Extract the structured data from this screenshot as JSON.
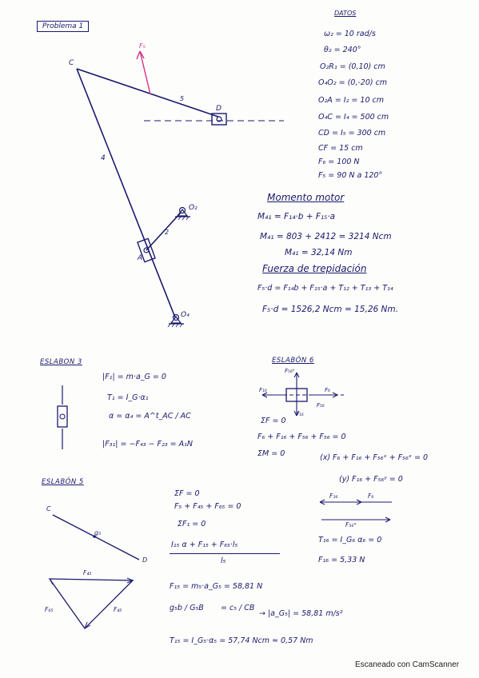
{
  "header": {
    "title": "Problema 1"
  },
  "datos": {
    "title": "DATOS",
    "items": [
      "ω₂ = 10 rad/s",
      "θ₂ = 240°",
      "O₂R₁ = (0,10) cm",
      "O₄O₂ = (0,-20) cm",
      "O₂A = I₂ = 10 cm",
      "O₄C = I₄ = 500 cm",
      "CD = I₅ = 300 cm",
      "CF = 15 cm",
      "F₆ = 100 N",
      "F₅ = 90 N a 120°"
    ]
  },
  "diagram_labels": {
    "c": "C",
    "d": "D",
    "a": "A",
    "f": "F₅",
    "link4": "4",
    "link5": "5",
    "link2": "2",
    "o2": "O₂",
    "o4": "O₄"
  },
  "momento": {
    "title": "Momento motor",
    "line1": "M₄₁ = F₁₄·b + F₁₅·a",
    "line2": "M₄₁ = 803 + 2412 = 3214 Ncm",
    "line3": "M₄₁ = 32,14 Nm"
  },
  "fuerza": {
    "title": "Fuerza de trepidación",
    "line1": "F₅·d = F₁₄b + F₁₅·a + T₁₂ + T₁₃ + T₁₄",
    "line2": "F₅·d = 1526,2 Ncm = 15,26 Nm."
  },
  "eslabon3": {
    "title": "ESLABON 3",
    "line1": "|F₁| = m·a_G = 0",
    "line2": "T₁ = I_G·α₁",
    "line3": "α = α₄ = A^t_AC / AC",
    "line4": "|F₃₁| = −F₄₃ − F₂₃ = A₁N"
  },
  "eslabon6": {
    "title": "ESLABÓN 6",
    "lbl_f56": "F₅₆",
    "lbl_fi6": "F₁₆",
    "lbl_fa": "F₆",
    "lbl_top": "F₅₆ʸ",
    "lbl_bot": "F₁₆",
    "eq1": "ΣF = 0",
    "eq2": "F₆ + F₁₆ + F₅₆ + F₅₆ = 0",
    "eq3": "ΣM = 0",
    "eq4": "(x) F₆ + F₁₆ + F₅₆ˣ + F₅₆ˣ = 0",
    "eq5": "(y) F₁₆ + F₅₆ʸ = 0",
    "vec_top1": "F₁₆",
    "vec_top2": "F₆",
    "vec_bot": "F₅₆ˣ",
    "res1": "T₁₆ = I_G₆ α₆ = 0",
    "res2": "F₁₆ = 5,33 N"
  },
  "eslabon5": {
    "title": "ESLABÓN 5",
    "lbl_c": "C",
    "lbl_d": "D",
    "lbl_g": "g₅",
    "lbl_tri_top": "F₄₅",
    "lbl_tri_left": "F₆₅",
    "lbl_tri_right": "F₄₅",
    "eq1": "ΣF = 0",
    "eq2": "F₅ + F₄₅ + F₆₅ = 0",
    "eq3": "ΣF₁ = 0",
    "eq4_num": "I₁₅ α + F₁₅ + F₆₅·l₅",
    "eq4_den": "l₅",
    "eq5": "F₁₅ = m₅·a_G₅ = 58,81 N",
    "eq6_a": "g₅b / G₅B",
    "eq6_b": "= c₅ / CB",
    "eq6_c": "→ |a_G₅| = 58,81 m/s²",
    "eq7": "T₁₅ = I_G₅·α₅ = 57,74 Ncm ≈ 0,57 Nm"
  },
  "footer": {
    "text": "Escaneado con CamScanner"
  }
}
